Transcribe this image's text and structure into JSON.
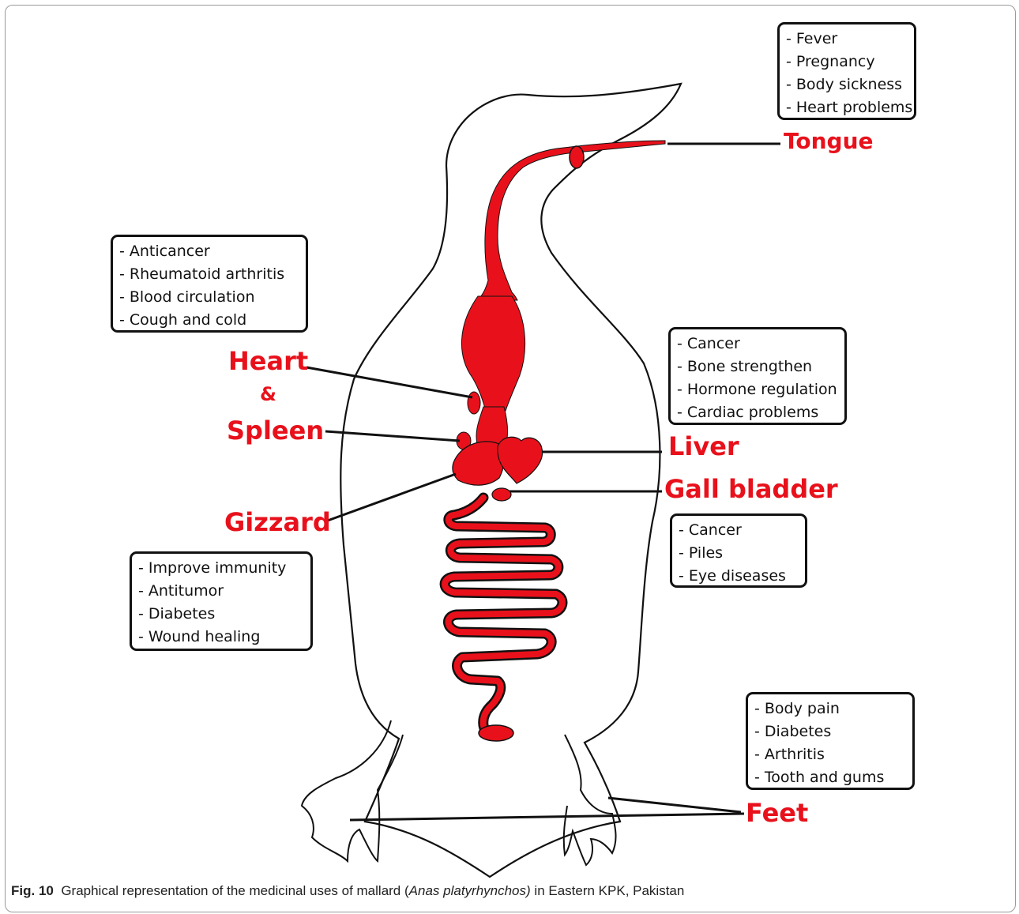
{
  "colors": {
    "organ_fill": "#e8111b",
    "label_red": "#e8111b",
    "outline": "#111111",
    "frame": "#9a9a9a"
  },
  "boxes": {
    "tongue": [
      "- Fever",
      "- Pregnancy",
      "- Body sickness",
      "- Heart problems"
    ],
    "heart_spleen": [
      "- Anticancer",
      "- Rheumatoid arthritis",
      "- Blood circulation",
      "- Cough and cold"
    ],
    "liver": [
      "- Cancer",
      "- Bone strengthen",
      "- Hormone regulation",
      "- Cardiac problems"
    ],
    "gall_bladder": [
      "- Cancer",
      "- Piles",
      "- Eye diseases"
    ],
    "gizzard": [
      "- Improve immunity",
      "- Antitumor",
      "- Diabetes",
      "- Wound healing"
    ],
    "feet": [
      "- Body pain",
      "- Diabetes",
      "- Arthritis",
      "- Tooth and gums"
    ]
  },
  "labels": {
    "tongue": "Tongue",
    "heart": "Heart",
    "ampersand": "&",
    "spleen": "Spleen",
    "liver": "Liver",
    "gall_bladder": "Gall bladder",
    "gizzard": "Gizzard",
    "feet": "Feet"
  },
  "caption": {
    "fig_number": "Fig. 10",
    "text_before": "Graphical representation of the medicinal uses of mallard (",
    "species": "Anas platyrhynchos)",
    "text_after": " in Eastern KPK, Pakistan"
  }
}
